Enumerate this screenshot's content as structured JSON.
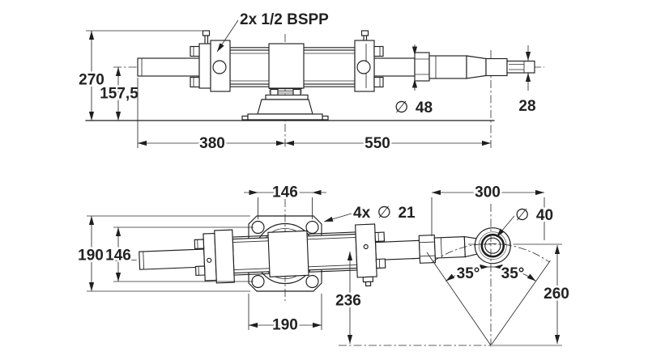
{
  "colors": {
    "background": "#ffffff",
    "line": "#1f1f1f",
    "light_line": "#bababa",
    "text": "#222222"
  },
  "side_view": {
    "ports_label": "2x 1/2 BSPP",
    "dim_overall_height": "270",
    "dim_axis_height": "157,5",
    "dim_length_rear": "380",
    "dim_length_front": "550",
    "dim_sleeve_dia_symbol": "∅",
    "dim_sleeve_dia_value": "48",
    "dim_rod_end_dia": "28"
  },
  "plan_view": {
    "dim_hole_pitch_top": "146",
    "holes_label_prefix": "4x",
    "holes_label_symbol": "∅",
    "holes_label_value": "21",
    "dim_travel": "300",
    "eye_dia_symbol": "∅",
    "eye_dia_value": "40",
    "dim_flange_height": "190",
    "dim_hole_pitch_side": "146",
    "angle_left": "35°",
    "angle_right": "35°",
    "dim_axis_to_transom": "236",
    "dim_flange_width": "190",
    "dim_swing_height": "260"
  }
}
